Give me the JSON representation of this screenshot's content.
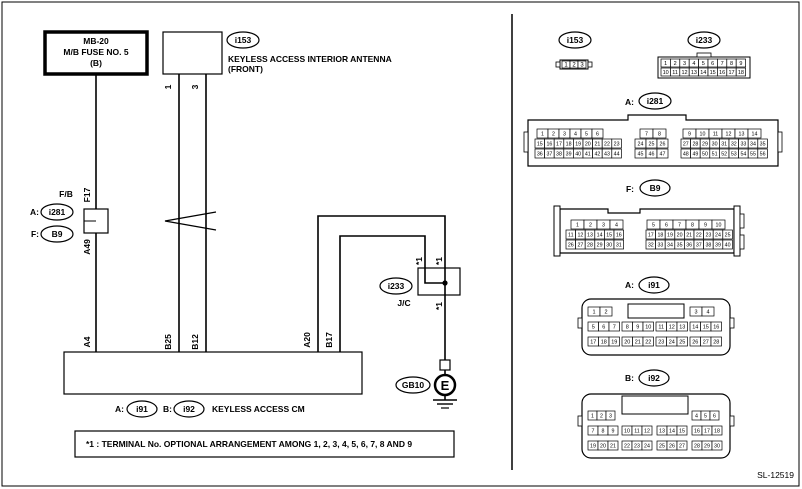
{
  "fuse_box": {
    "line1": "MB-20",
    "line2": "M/B FUSE NO. 5",
    "line3": "(B)"
  },
  "antenna": {
    "connector": "i153",
    "label_line1": "KEYLESS ACCESS INTERIOR ANTENNA",
    "label_line2": "(FRONT)",
    "pin_left": "1",
    "pin_right": "3"
  },
  "fb": {
    "label": "F/B",
    "pin_top": "F17",
    "pin_bottom": "A49",
    "conn_a_prefix": "A:",
    "conn_a": "i281",
    "conn_f_prefix": "F:",
    "conn_f": "B9"
  },
  "jc": {
    "connector": "i233",
    "label": "J/C",
    "mark": "*1"
  },
  "ground": {
    "connector": "GB10",
    "symbol": "E"
  },
  "cm": {
    "pin_a4": "A4",
    "pin_b25": "B25",
    "pin_b12": "B12",
    "pin_a20": "A20",
    "pin_b17": "B17",
    "conn_a_prefix": "A:",
    "conn_a": "i91",
    "conn_b_prefix": "B:",
    "conn_b": "i92",
    "label": "KEYLESS ACCESS CM"
  },
  "note": "*1  : TERMINAL No. OPTIONAL ARRANGEMENT AMONG 1, 2, 3, 4, 5, 6, 7, 8 AND 9",
  "figure_id": "SL-12519",
  "connectors": {
    "i153": {
      "name": "i153",
      "pins": [
        "1",
        "2",
        "3"
      ]
    },
    "i233": {
      "name": "i233",
      "row1": [
        "1",
        "2",
        "3",
        "4",
        "5",
        "6",
        "7",
        "8",
        "9"
      ],
      "row2": [
        "10",
        "11",
        "12",
        "13",
        "14",
        "15",
        "16",
        "17",
        "18"
      ]
    },
    "i281": {
      "prefix": "A:",
      "name": "i281",
      "left": [
        [
          "1",
          "2",
          "3",
          "4",
          "5",
          "6"
        ],
        [
          "15",
          "16",
          "17",
          "18",
          "19",
          "20",
          "21",
          "22",
          "23"
        ],
        [
          "36",
          "37",
          "38",
          "39",
          "40",
          "41",
          "42",
          "43",
          "44"
        ]
      ],
      "mid": [
        [
          "7",
          "8"
        ],
        [
          "24",
          "25",
          "26"
        ],
        [
          "45",
          "46",
          "47"
        ]
      ],
      "right": [
        [
          "9",
          "10",
          "11",
          "12",
          "13",
          "14"
        ],
        [
          "27",
          "28",
          "29",
          "30",
          "31",
          "32",
          "33",
          "34",
          "35"
        ],
        [
          "48",
          "49",
          "50",
          "51",
          "52",
          "53",
          "54",
          "55",
          "56"
        ]
      ]
    },
    "B9": {
      "prefix": "F:",
      "name": "B9",
      "left": [
        [
          "1",
          "2",
          "3",
          "4"
        ],
        [
          "11",
          "12",
          "13",
          "14",
          "15",
          "16"
        ],
        [
          "26",
          "27",
          "28",
          "29",
          "30",
          "31"
        ]
      ],
      "right": [
        [
          "5",
          "6",
          "7",
          "8",
          "9",
          "10"
        ],
        [
          "17",
          "18",
          "19",
          "20",
          "21",
          "22",
          "23",
          "24",
          "25"
        ],
        [
          "32",
          "33",
          "34",
          "35",
          "36",
          "37",
          "38",
          "39",
          "40"
        ]
      ]
    },
    "i91": {
      "prefix": "A:",
      "name": "i91",
      "row1": [
        [
          "1",
          "2"
        ],
        [
          "3",
          "4"
        ]
      ],
      "row2": [
        [
          "5",
          "6",
          "7"
        ],
        [
          "8",
          "9",
          "10"
        ],
        [
          "11",
          "12",
          "13"
        ],
        [
          "14",
          "15",
          "16"
        ]
      ],
      "row3": [
        [
          "17",
          "18",
          "19"
        ],
        [
          "20",
          "21",
          "22"
        ],
        [
          "23",
          "24",
          "25"
        ],
        [
          "26",
          "27",
          "28"
        ]
      ]
    },
    "i92": {
      "prefix": "B:",
      "name": "i92",
      "row1": [
        [
          "1",
          "2",
          "3"
        ],
        [
          "4",
          "5",
          "6"
        ]
      ],
      "row2": [
        [
          "7",
          "8",
          "9"
        ],
        [
          "10",
          "11",
          "12"
        ],
        [
          "13",
          "14",
          "15"
        ],
        [
          "16",
          "17",
          "18"
        ]
      ],
      "row3": [
        [
          "19",
          "20",
          "21"
        ],
        [
          "22",
          "23",
          "24"
        ],
        [
          "25",
          "26",
          "27"
        ],
        [
          "28",
          "29",
          "30"
        ]
      ]
    }
  }
}
